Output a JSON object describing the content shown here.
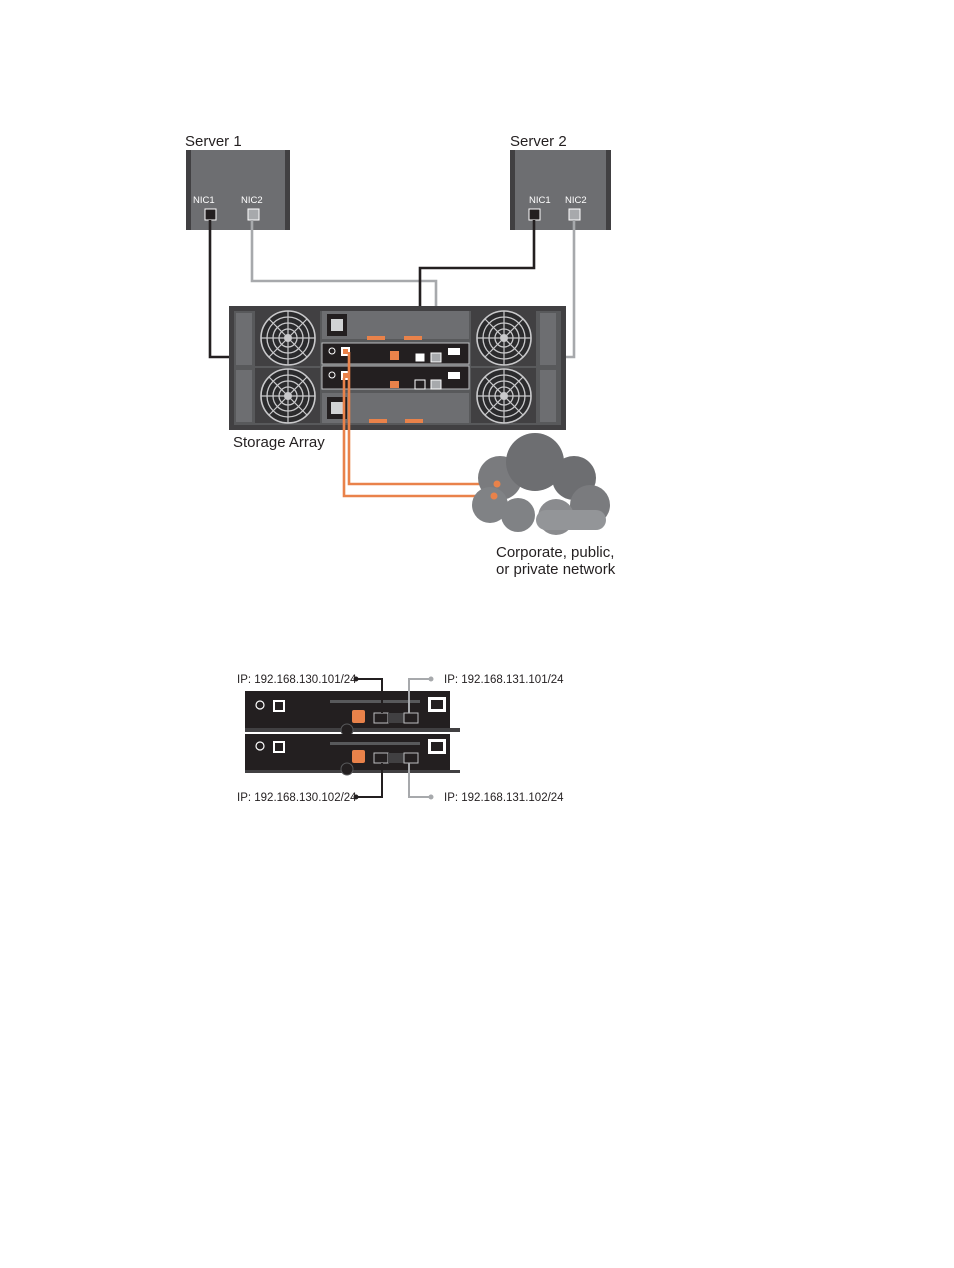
{
  "servers": [
    {
      "label": "Server 1",
      "nic1": "NIC1",
      "nic2": "NIC2"
    },
    {
      "label": "Server 2",
      "nic1": "NIC1",
      "nic2": "NIC2"
    }
  ],
  "storage_label": "Storage Array",
  "network_label": [
    "Corporate, public,",
    "or private network"
  ],
  "ip_labels": {
    "top_left": "IP: 192.168.130.101/24",
    "top_right": "IP: 192.168.131.101/24",
    "bottom_left": "IP: 192.168.130.102/24",
    "bottom_right": "IP: 192.168.131.102/24"
  },
  "colors": {
    "chassis": "#414042",
    "server_box": "#58595b",
    "black_cable": "#231f20",
    "gray_cable": "#a7a9ac",
    "orange_cable": "#e9824a",
    "cloud": "#6d6e71"
  }
}
